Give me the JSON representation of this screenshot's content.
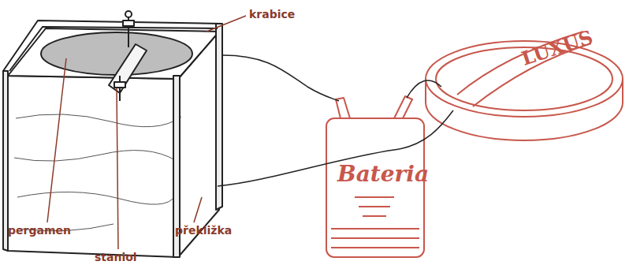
{
  "diagram": {
    "labels": [
      "krabice",
      "pergamen",
      "staniol",
      "překližka",
      "Bateria",
      "LUXUS"
    ]
  }
}
